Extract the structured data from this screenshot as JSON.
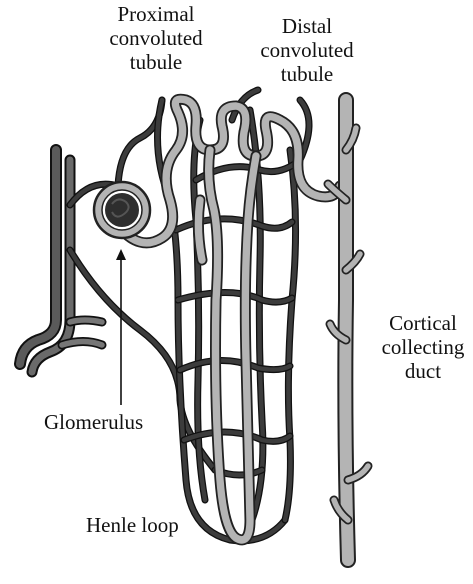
{
  "labels": {
    "proximal": [
      "Proximal",
      "convoluted",
      "tubule"
    ],
    "distal": [
      "Distal",
      "convoluted",
      "tubule"
    ],
    "collecting": [
      "Cortical",
      "collecting",
      "duct"
    ],
    "glomerulus": "Glomerulus",
    "henle": "Henle loop"
  },
  "colors": {
    "vessel": "#3c3c3c",
    "vessel_outline": "#111111",
    "tubule": "#b4b4b4",
    "tubule_outline": "#222222",
    "glomerulus": "#2e2e2e",
    "background": "#ffffff"
  }
}
